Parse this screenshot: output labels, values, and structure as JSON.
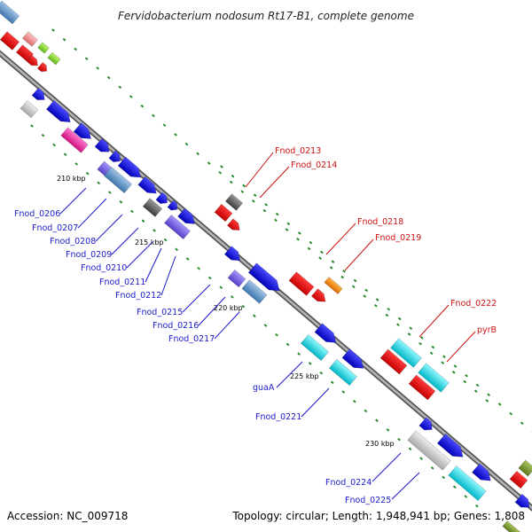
{
  "title": "Fervidobacterium nodosum Rt17-B1, complete genome",
  "footer": {
    "accession": "Accession: NC_009718",
    "topology": "Topology: circular; Length: 1,948,941 bp; Genes: 1,808"
  },
  "scale_labels": [
    "210 kbp",
    "215 kbp",
    "220 kbp",
    "225 kbp",
    "230 kbp"
  ],
  "colors": {
    "forward_label": "#1a1acc",
    "reverse_label": "#cc1111",
    "backbone": "#8c8c8c",
    "tick": "#2a8a2a"
  },
  "forward_genes": [
    "Fnod_0206",
    "Fnod_0207",
    "Fnod_0208",
    "Fnod_0209",
    "Fnod_0210",
    "Fnod_0211",
    "Fnod_0212",
    "Fnod_0215",
    "Fnod_0216",
    "Fnod_0217",
    "guaA",
    "Fnod_0221",
    "Fnod_0224",
    "Fnod_0225"
  ],
  "reverse_genes": [
    "Fnod_0213",
    "Fnod_0214",
    "Fnod_0218",
    "Fnod_0219",
    "Fnod_0222",
    "pyrB"
  ]
}
